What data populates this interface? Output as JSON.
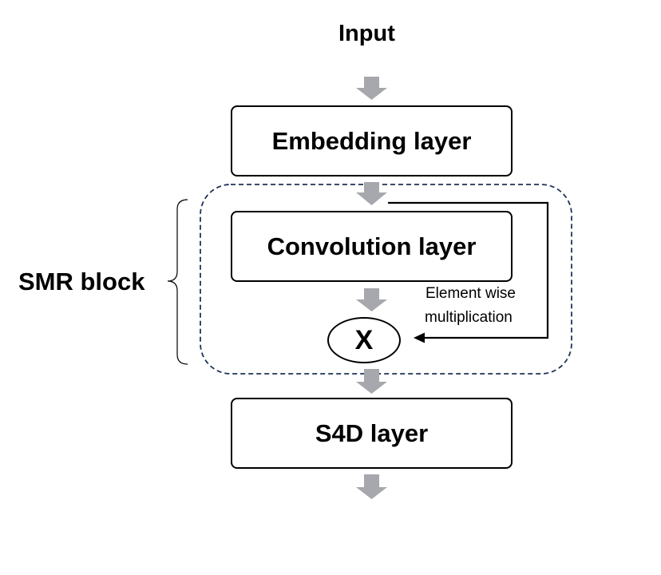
{
  "diagram": {
    "input_label": "Input",
    "nodes": [
      {
        "id": "embedding",
        "label": "Embedding layer"
      },
      {
        "id": "convolution",
        "label": "Convolution layer"
      },
      {
        "id": "multiply",
        "label": "X"
      },
      {
        "id": "s4d",
        "label": "S4D layer"
      }
    ],
    "group": {
      "label": "SMR block"
    },
    "skip_connection": {
      "label_line1": "Element wise",
      "label_line2": "multiplication"
    },
    "colors": {
      "arrow": "#a6a8ad",
      "border": "#000000",
      "group_border": "#1f3358"
    }
  }
}
